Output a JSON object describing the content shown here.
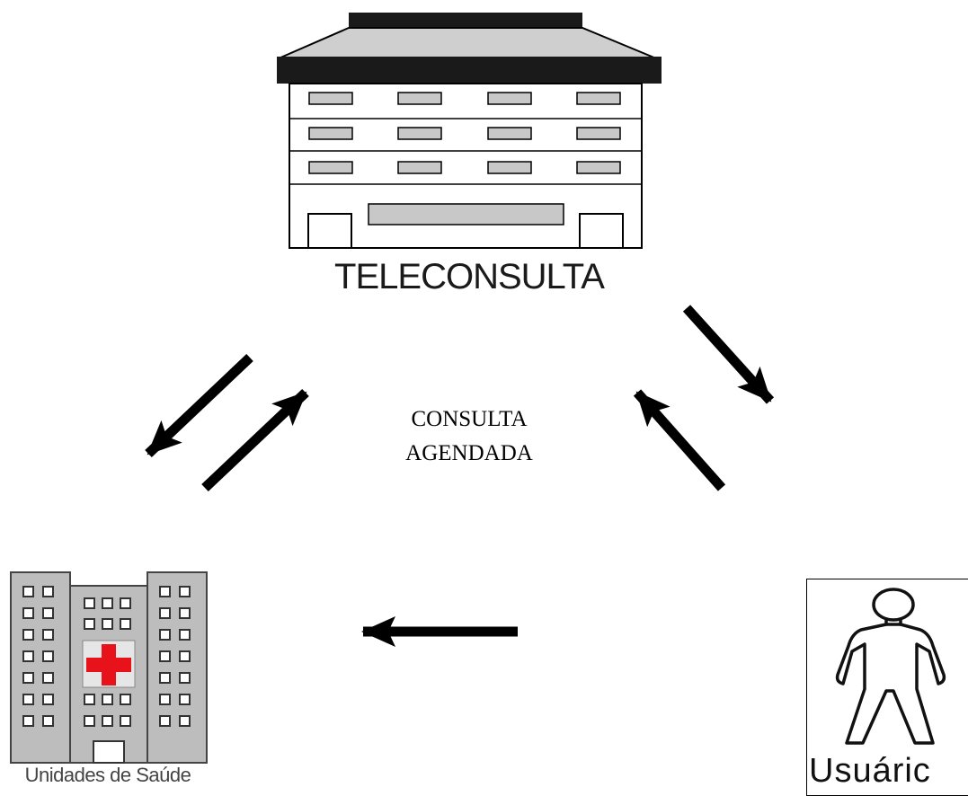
{
  "nodes": {
    "teleconsulta": {
      "label": "TELECONSULTA"
    },
    "unidades": {
      "label": "Unidades de Saúde"
    },
    "usuario": {
      "label": "Usuáric"
    }
  },
  "center": {
    "line1": "CONSULTA",
    "line2": "AGENDADA"
  },
  "colors": {
    "ink": "#000000",
    "building_gray": "#c8c8c8",
    "hospital_gray": "#bdbdbd",
    "red_cross": "#e8121b"
  },
  "icons": {
    "teleconsulta": "office-building-icon",
    "unidades": "hospital-icon",
    "usuario": "person-icon"
  },
  "arrows": [
    {
      "from": "teleconsulta",
      "to": "unidades"
    },
    {
      "from": "unidades",
      "to": "teleconsulta"
    },
    {
      "from": "teleconsulta",
      "to": "usuario"
    },
    {
      "from": "usuario",
      "to": "teleconsulta"
    },
    {
      "from": "usuario",
      "to": "unidades"
    }
  ]
}
